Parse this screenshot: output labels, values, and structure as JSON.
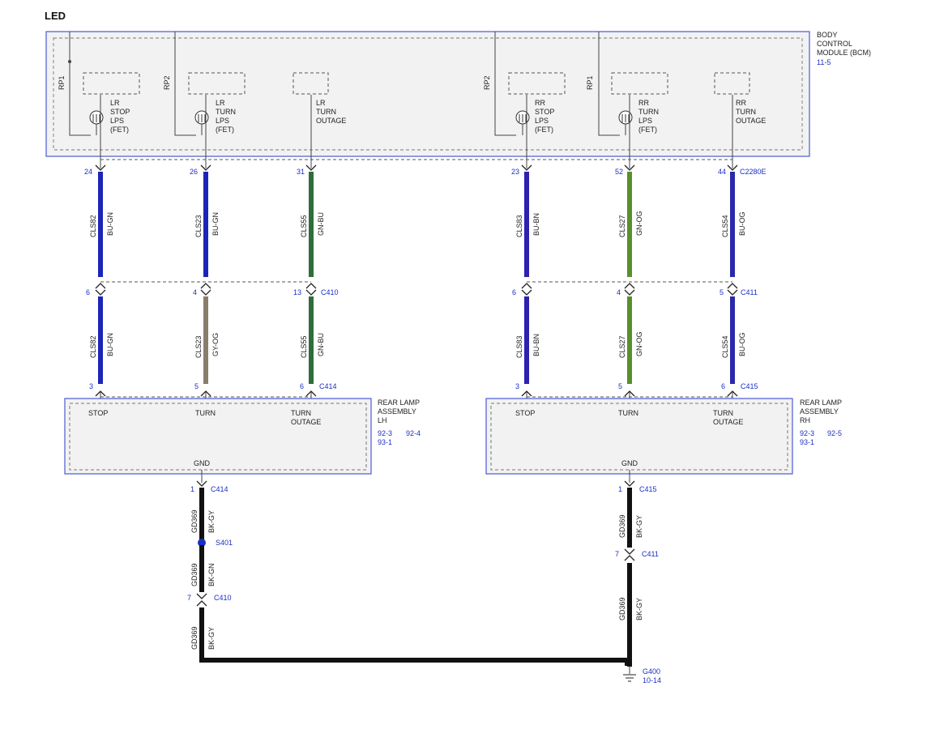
{
  "title": "LED",
  "bcm": {
    "name_lines": [
      "BODY",
      "CONTROL",
      "MODULE (BCM)"
    ],
    "ref": "11-5"
  },
  "bcm_outputs": [
    {
      "rp": "RP1",
      "lines": [
        "LR",
        "STOP",
        "LPS",
        "(FET)"
      ]
    },
    {
      "rp": "RP2",
      "lines": [
        "LR",
        "TURN",
        "LPS",
        "(FET)"
      ]
    },
    {
      "rp": "",
      "lines": [
        "LR",
        "TURN",
        "OUTAGE"
      ]
    },
    {
      "rp": "RP2",
      "lines": [
        "RR",
        "STOP",
        "LPS",
        "(FET)"
      ]
    },
    {
      "rp": "RP1",
      "lines": [
        "RR",
        "TURN",
        "LPS",
        "(FET)"
      ]
    },
    {
      "rp": "",
      "lines": [
        "RR",
        "TURN",
        "OUTAGE"
      ]
    }
  ],
  "upper_wires": [
    {
      "pin": "24",
      "circuit": "CLS82",
      "color": "BU-GN",
      "hex": "#1c25b8"
    },
    {
      "pin": "26",
      "circuit": "CLS23",
      "color": "BU-GN",
      "hex": "#1c25b8"
    },
    {
      "pin": "31",
      "circuit": "CLS55",
      "color": "GN-BU",
      "hex": "#2f6d3a"
    },
    {
      "pin": "23",
      "circuit": "CLS83",
      "color": "BU-BN",
      "hex": "#2d21b0"
    },
    {
      "pin": "52",
      "circuit": "CLS27",
      "color": "GN-OG",
      "hex": "#5a8f2a"
    },
    {
      "pin": "44",
      "circuit": "CLS54",
      "color": "BU-OG",
      "hex": "#2a2aa8"
    }
  ],
  "upper_connector": "C2280E",
  "mid_connectors": {
    "left": {
      "pins": [
        "6",
        "4",
        "13"
      ],
      "label": "C410"
    },
    "right": {
      "pins": [
        "6",
        "4",
        "5"
      ],
      "label": "C411"
    }
  },
  "lower_wires": [
    {
      "pin": "3",
      "circuit": "CLS82",
      "color": "BU-GN",
      "hex": "#1c25b8"
    },
    {
      "pin": "5",
      "circuit": "CLS23",
      "color": "GY-OG",
      "hex": "#8a7d6a"
    },
    {
      "pin": "6",
      "circuit": "CLS55",
      "color": "GN-BU",
      "hex": "#2f6d3a"
    },
    {
      "pin": "3",
      "circuit": "CLS83",
      "color": "BU-BN",
      "hex": "#2d21b0"
    },
    {
      "pin": "5",
      "circuit": "CLS27",
      "color": "GN-OG",
      "hex": "#5a8f2a"
    },
    {
      "pin": "6",
      "circuit": "CLS54",
      "color": "BU-OG",
      "hex": "#2a2aa8"
    }
  ],
  "lamps": {
    "left": {
      "connector": "C414",
      "name_lines": [
        "REAR LAMP",
        "ASSEMBLY",
        "LH"
      ],
      "refs": [
        "92-3",
        "92-4",
        "93-1"
      ],
      "terminals": [
        "STOP",
        "TURN",
        "TURN",
        "OUTAGE"
      ],
      "gnd": "GND"
    },
    "right": {
      "connector": "C415",
      "name_lines": [
        "REAR LAMP",
        "ASSEMBLY",
        "RH"
      ],
      "refs": [
        "92-3",
        "92-5",
        "93-1"
      ],
      "terminals": [
        "STOP",
        "TURN",
        "TURN",
        "OUTAGE"
      ],
      "gnd": "GND"
    }
  },
  "ground_left": {
    "conn1_pin": "1",
    "conn1": "C414",
    "w1_circuit": "GD369",
    "w1_color": "BK-GY",
    "splice": "S401",
    "w2_circuit": "GD369",
    "w2_color": "BK-GN",
    "conn2_pin": "7",
    "conn2": "C410",
    "w3_circuit": "GD369",
    "w3_color": "BK-GY"
  },
  "ground_right": {
    "conn1_pin": "1",
    "conn1": "C415",
    "w1_circuit": "GD369",
    "w1_color": "BK-GY",
    "conn2_pin": "7",
    "conn2": "C411",
    "w2_circuit": "GD369",
    "w2_color": "BK-GY"
  },
  "ground_point": {
    "label": "G400",
    "ref": "10-14"
  },
  "colors": {
    "box_fill": "#f2f2f2",
    "box_border": "#4a5ad6",
    "blue_text": "#1a2fc4",
    "ground_wire": "#111111"
  }
}
